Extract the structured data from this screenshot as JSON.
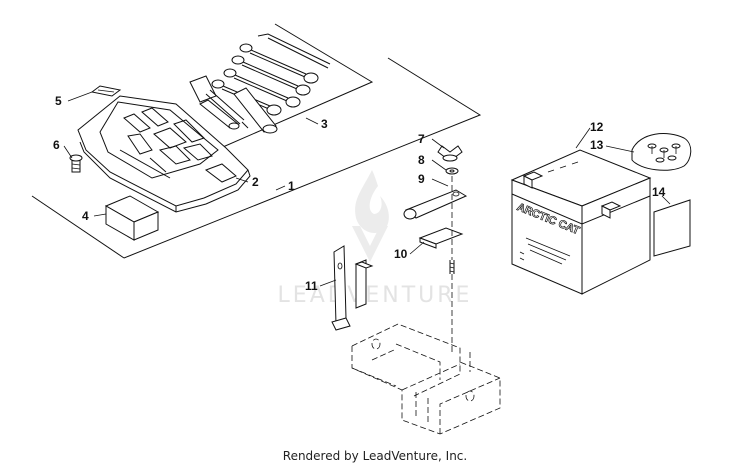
{
  "watermark": {
    "text": "LEADVENTURE"
  },
  "battery": {
    "brand_label": "ARCTIC CAT"
  },
  "callouts": [
    {
      "id": "1",
      "label": "1"
    },
    {
      "id": "2",
      "label": "2"
    },
    {
      "id": "3",
      "label": "3"
    },
    {
      "id": "4",
      "label": "4"
    },
    {
      "id": "5",
      "label": "5"
    },
    {
      "id": "6",
      "label": "6"
    },
    {
      "id": "7",
      "label": "7"
    },
    {
      "id": "8",
      "label": "8"
    },
    {
      "id": "9",
      "label": "9"
    },
    {
      "id": "10",
      "label": "10"
    },
    {
      "id": "11",
      "label": "11"
    },
    {
      "id": "12",
      "label": "12"
    },
    {
      "id": "13",
      "label": "13"
    },
    {
      "id": "14",
      "label": "14"
    }
  ],
  "footer": {
    "text": "Rendered by LeadVenture, Inc."
  },
  "colors": {
    "line": "#111111",
    "watermark": "#e3e3e3",
    "background": "#ffffff"
  }
}
